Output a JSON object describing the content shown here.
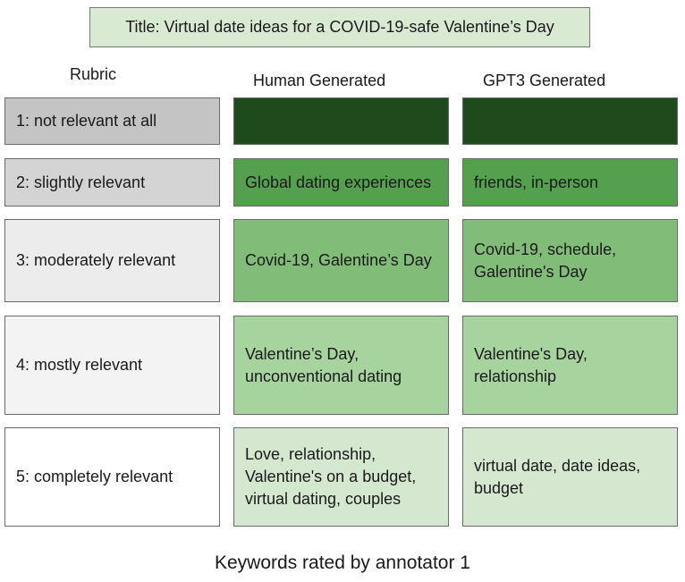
{
  "title": "Title: Virtual date ideas for a COVID-19-safe Valentine’s Day",
  "headers": {
    "rubric": "Rubric",
    "human": "Human Generated",
    "gpt": "GPT3 Generated"
  },
  "rows": [
    {
      "rubric": "1: not relevant at all",
      "human": "",
      "gpt": "",
      "rubric_color": "#c4c4c4",
      "keyword_color": "#1f4a1b"
    },
    {
      "rubric": "2: slightly relevant",
      "human": "Global dating experiences",
      "gpt": "friends, in-person",
      "rubric_color": "#d4d4d4",
      "keyword_color": "#55a04f"
    },
    {
      "rubric": "3: moderately relevant",
      "human": "Covid-19, Galentine’s Day",
      "gpt": "Covid-19, schedule, Galentine's Day",
      "rubric_color": "#ececec",
      "keyword_color": "#82bc79"
    },
    {
      "rubric": "4: mostly relevant",
      "human": "Valentine’s Day, unconventional dating",
      "gpt": "Valentine's Day, relationship",
      "rubric_color": "#f3f3f3",
      "keyword_color": "#a7d39f"
    },
    {
      "rubric": "5: completely relevant",
      "human": "Love, relationship, Valentine's on a budget, virtual dating, couples",
      "gpt": "virtual date, date ideas, budget",
      "rubric_color": "#ffffff",
      "keyword_color": "#d3e8cf"
    }
  ],
  "caption": "Keywords rated by annotator 1"
}
